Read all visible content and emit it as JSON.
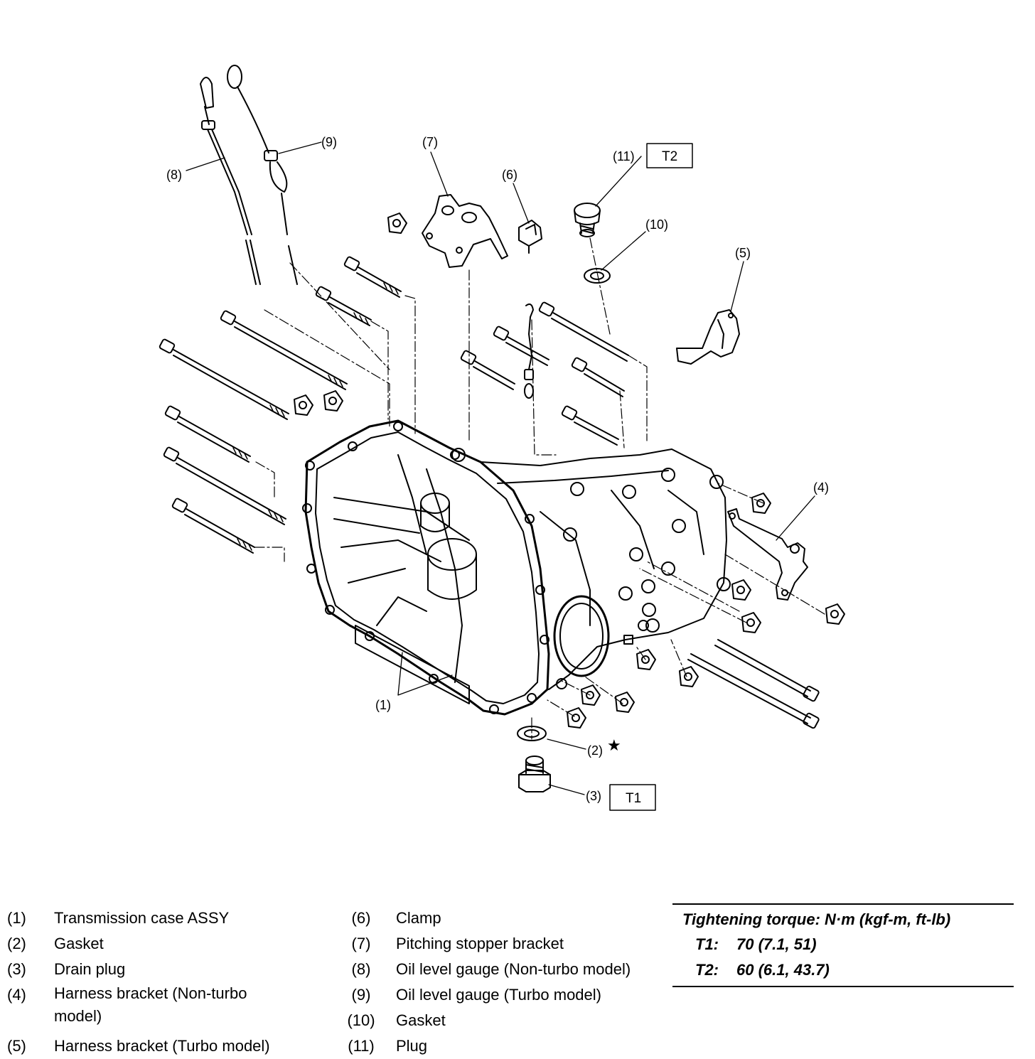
{
  "diagram": {
    "callouts": [
      {
        "id": "c1",
        "label": "(1)"
      },
      {
        "id": "c2",
        "label": "(2)"
      },
      {
        "id": "c3",
        "label": "(3)"
      },
      {
        "id": "c4",
        "label": "(4)"
      },
      {
        "id": "c5",
        "label": "(5)"
      },
      {
        "id": "c6",
        "label": "(6)"
      },
      {
        "id": "c7",
        "label": "(7)"
      },
      {
        "id": "c8",
        "label": "(8)"
      },
      {
        "id": "c9",
        "label": "(9)"
      },
      {
        "id": "c10",
        "label": "(10)"
      },
      {
        "id": "c11",
        "label": "(11)"
      }
    ],
    "torque_boxes": {
      "t1": "T1",
      "t2": "T2"
    },
    "star_symbol": "★"
  },
  "legend": {
    "left": [
      {
        "num": "(1)",
        "text": "Transmission case ASSY"
      },
      {
        "num": "(2)",
        "text": "Gasket"
      },
      {
        "num": "(3)",
        "text": "Drain plug"
      },
      {
        "num": "(4)",
        "text": "Harness bracket (Non-turbo model)"
      },
      {
        "num": "(5)",
        "text": "Harness bracket (Turbo model)"
      }
    ],
    "middle": [
      {
        "num": "(6)",
        "text": "Clamp"
      },
      {
        "num": "(7)",
        "text": "Pitching stopper bracket"
      },
      {
        "num": "(8)",
        "text": "Oil level gauge (Non-turbo model)"
      },
      {
        "num": "(9)",
        "text": "Oil level gauge (Turbo model)"
      },
      {
        "num": "(10)",
        "text": "Gasket"
      },
      {
        "num": "(11)",
        "text": "Plug"
      }
    ]
  },
  "torque": {
    "title": "Tightening torque: N·m (kgf-m, ft-lb)",
    "rows": [
      {
        "key": "T1:",
        "value": "70 (7.1, 51)"
      },
      {
        "key": "T2:",
        "value": "60 (6.1, 43.7)"
      }
    ]
  }
}
